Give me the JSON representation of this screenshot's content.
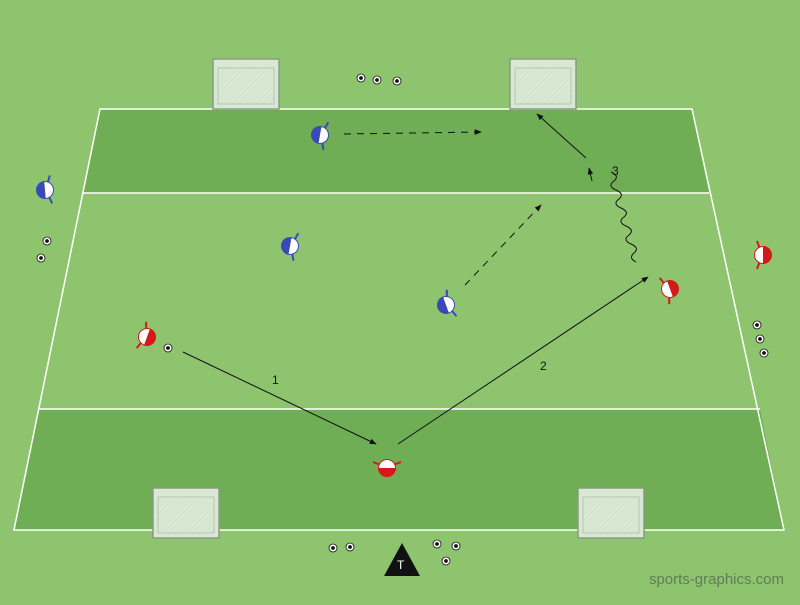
{
  "colors": {
    "background": "#8fc46f",
    "pitch_light": "#8fc46f",
    "pitch_dark": "#6fae54",
    "lines": "#ffffff",
    "team_blue": "#3a49b8",
    "team_red": "#d21a1a",
    "arrow": "#111111"
  },
  "diagram": {
    "step_labels": [
      "1",
      "2",
      "3"
    ],
    "trainer_label": "T",
    "credit": "sports-graphics.com"
  },
  "icons": [
    "goal-icon",
    "ball-icon",
    "player-blue-icon",
    "player-red-icon",
    "trainer-cone-icon",
    "pass-arrow-icon",
    "run-arrow-icon",
    "dribble-arrow-icon"
  ]
}
